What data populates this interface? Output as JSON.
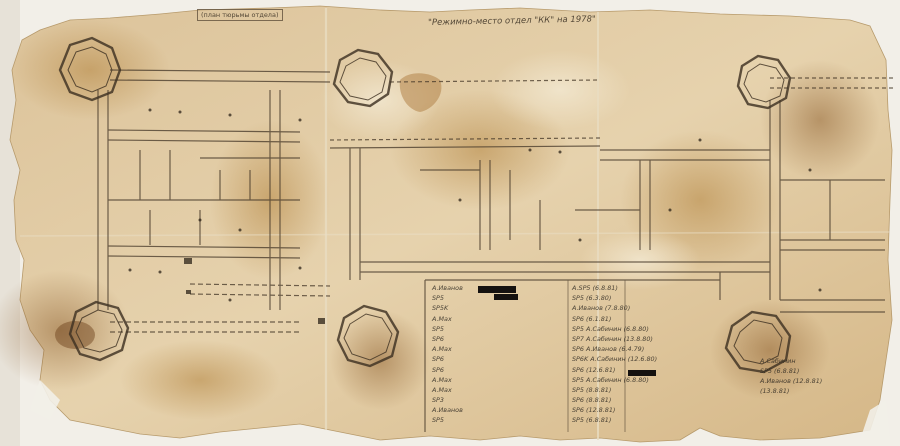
{
  "document": {
    "header_note": "\"Режимно-место отдел \"КК\" на 1978\"",
    "corner_label": "(план тюрьмы отдела)"
  },
  "legend": {
    "column_1": [
      "A.Иванов",
      "SP5",
      "SP5K",
      "A.Мах",
      "SP5",
      "SP6",
      "A.Мах",
      "SP6",
      "SP6",
      "A.Мах",
      "A.Мах",
      "SP3",
      "A.Иванов",
      "SP5"
    ],
    "column_2": [
      "A.SP5  (6.8.81)",
      "SP5  (6.3.80)",
      "A.Иванов  (7.8.80)",
      "SP6  (6.1.81)",
      "SP5 A.Сабинин  (6.8.80)",
      "SP7 A.Сабинин  (13.8.80)",
      "SP6 A.Иванов  (6.4.79)",
      "SP6K A.Сабинин  (12.6.80)",
      "SP6  (12.6.81)",
      "SP5 A.Сабинин  (6.8.80)",
      "SP5  (8.8.81)",
      "SP6  (8.8.81)",
      "SP6  (12.8.81)",
      "SP5  (6.8.81)"
    ]
  },
  "side_notes": [
    "A.Сабинин",
    "SP5 (6.8.81)",
    "A.Иванов (12.8.81)",
    "(13.8.81)"
  ]
}
